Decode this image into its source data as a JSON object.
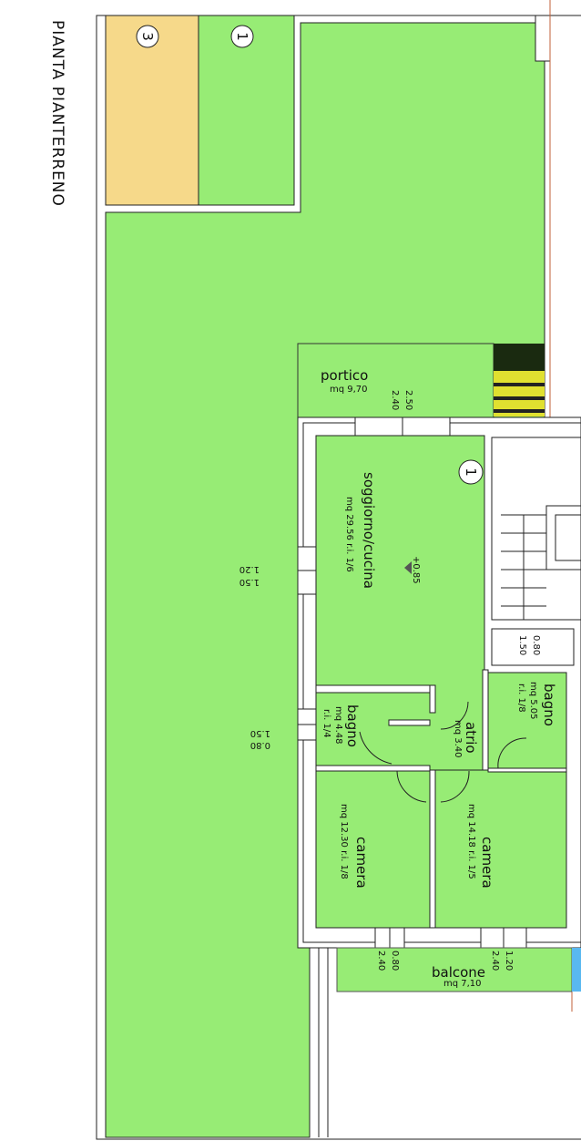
{
  "title": "PIANTA PIANTERRENO",
  "colors": {
    "lawn": "#97ec75",
    "paving": "#f6d98a",
    "wall": "#222222",
    "boundary": "#c0603a",
    "pool": "#59b8f0"
  },
  "markers": {
    "m3": "3",
    "m1a": "1",
    "m1b": "1"
  },
  "level": "+0.85",
  "rooms": {
    "portico": {
      "name": "portico",
      "area": "mq  9,70"
    },
    "soggiorno": {
      "name": "soggiorno/cucina",
      "area": "mq  29.56  r.i.  1/6"
    },
    "bagno1": {
      "name": "bagno",
      "area": "mq  4.48",
      "ri": "r.i.  1/4"
    },
    "atrio": {
      "name": "atrio",
      "area": "mq  3.40"
    },
    "bagno2": {
      "name": "bagno",
      "area": "mq  5.05",
      "ri": "r.i.  1/8"
    },
    "camera1": {
      "name": "camera",
      "area": "mq  12.30  r.i.  1/8"
    },
    "camera2": {
      "name": "camera",
      "area": "mq  14.18  r.i.  1/5"
    },
    "balcone": {
      "name": "balcone",
      "area": "mq  7,10"
    }
  },
  "dims": {
    "portico_w1": "2.40",
    "portico_w2": "2.50",
    "sogg_w1": "1.50",
    "sogg_w2": "1.20",
    "bagno1_w1": "1.50",
    "bagno1_w2": "0.80",
    "bagno2_w1": "0.80",
    "bagno2_w2": "1.50",
    "cam1_w1": "2.40",
    "cam1_w2": "0.80",
    "cam2_w1": "2.40",
    "cam2_w2": "1.20"
  }
}
